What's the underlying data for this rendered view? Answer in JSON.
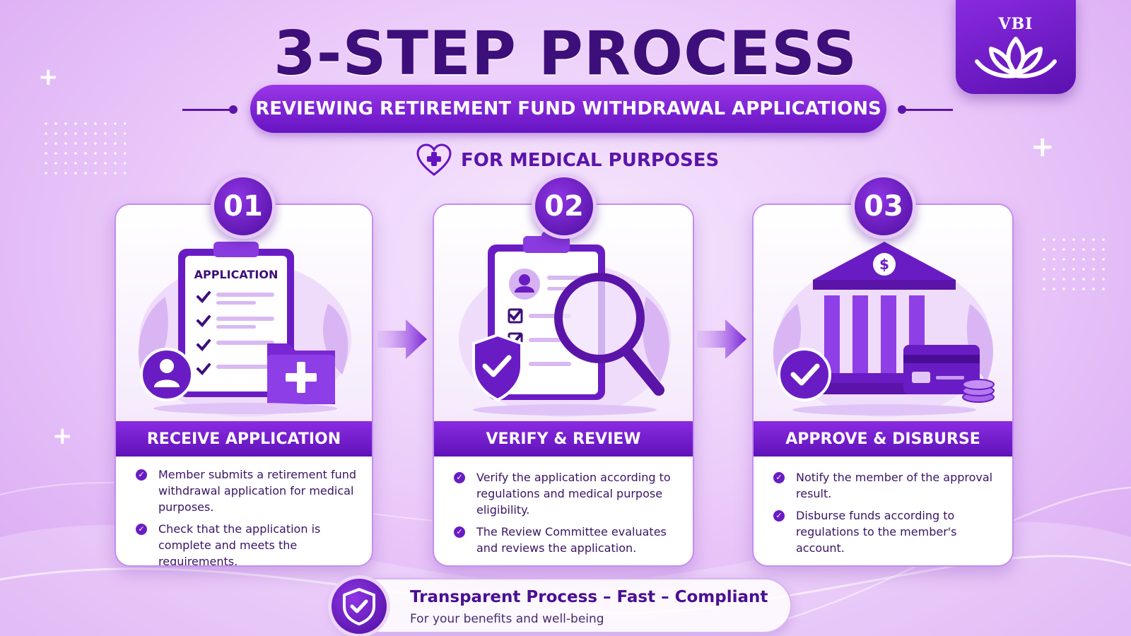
{
  "brand": {
    "logo_text": "VBI"
  },
  "header": {
    "title": "3-STEP PROCESS",
    "subtitle": "REVIEWING RETIREMENT FUND WITHDRAWAL APPLICATIONS",
    "tagline": "FOR MEDICAL PURPOSES"
  },
  "steps": [
    {
      "number": "01",
      "title": "RECEIVE APPLICATION",
      "illustration_label": "APPLICATION",
      "points": [
        "Member submits a retirement fund withdrawal application for medical purposes.",
        "Check that the application is complete and meets the requirements."
      ]
    },
    {
      "number": "02",
      "title": "VERIFY & REVIEW",
      "points": [
        "Verify the application according to regulations and medical purpose eligibility.",
        "The Review Committee evaluates and reviews the application."
      ]
    },
    {
      "number": "03",
      "title": "APPROVE & DISBURSE",
      "illustration_label": "$",
      "points": [
        "Notify the member of the approval result.",
        "Disburse funds according to regulations to the member's account."
      ]
    }
  ],
  "footer": {
    "title": "Transparent Process – Fast – Compliant",
    "subtitle": "For your benefits and well-being"
  },
  "colors": {
    "primary": "#6614c2",
    "dark": "#3d0f7a",
    "accent_light": "#e6c8fa",
    "background": "#eccdfa"
  },
  "icons": [
    "heart-medical-icon",
    "clipboard-icon",
    "user-icon",
    "medical-folder-icon",
    "shield-check-icon",
    "magnifier-icon",
    "bank-icon",
    "check-circle-icon",
    "credit-card-icon",
    "coins-icon",
    "lotus-icon",
    "arrow-right-icon"
  ]
}
